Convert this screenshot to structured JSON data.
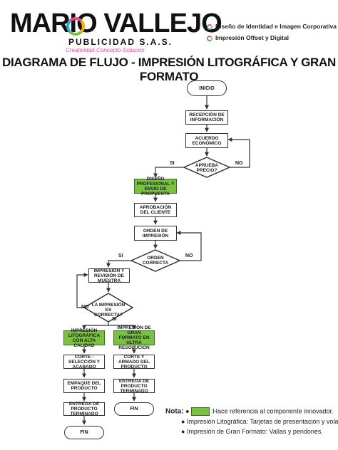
{
  "header": {
    "logo_main": "MARIO VALLEJO",
    "logo_sub": "PUBLICIDAD S.A.S.",
    "logo_tagline": "Creatividad-Concepto-Solución",
    "services": [
      "Diseño de Identidad e Imagen Corporativa",
      "Impresión Offset y Digital"
    ]
  },
  "title": "DIAGRAMA DE FLUJO - IMPRESIÓN LITOGRÁFICA Y GRAN FORMATO",
  "flow": {
    "inicio": "INICIO",
    "recepcion": "RECEPCIÓN DE INFORMACIÓN",
    "acuerdo": "ACUERDO ECONÓMICO",
    "aprueba": "APRUEBA PRECIO?",
    "diseno": "DISEÑO PROFESIONAL Y ENVÍO DE PROPUESTA",
    "aprobacion": "APROBACIÓN DEL CLIENTE",
    "orden": "ORDEN DE IMPRESIÓN",
    "orden_correcta": "ORDEN CORRECTA",
    "muestra": "IMPRESIÓN Y REVISIÓN DE MUESTRA",
    "impresion_correcta": "LA IMPRESIÓN ES CORRECTA?",
    "litografica": "IMPRESIÓN LITOGRÁFICA CON ALTA CALIDAD",
    "gran_formato": "IMPRESIÓN DE GRAN FORMATO EN ULTRA RESOLUCIÓN",
    "corte_seleccion": "CORTE - SELECCIÓN Y ACABADO",
    "corte_armado": "CORTE Y ARMADO DEL PRODUCTO",
    "empaque": "EMPAQUE DEL PRODUCTO",
    "entrega_1": "Entrega de Producto Terminado",
    "entrega_2": "Entrega de Producto Terminado",
    "fin_1": "FIN",
    "fin_2": "FIN",
    "si": "SI",
    "no": "NO"
  },
  "notes": {
    "label": "Nota:",
    "items": [
      ":Hace referencia al componente innovador.",
      "Impresión Litográfica: Tarjetas de presentación y volantes.",
      "Impresión de Gran Formato: Vallas y pendones."
    ]
  },
  "colors": {
    "innovation_green": "#7ac142"
  }
}
